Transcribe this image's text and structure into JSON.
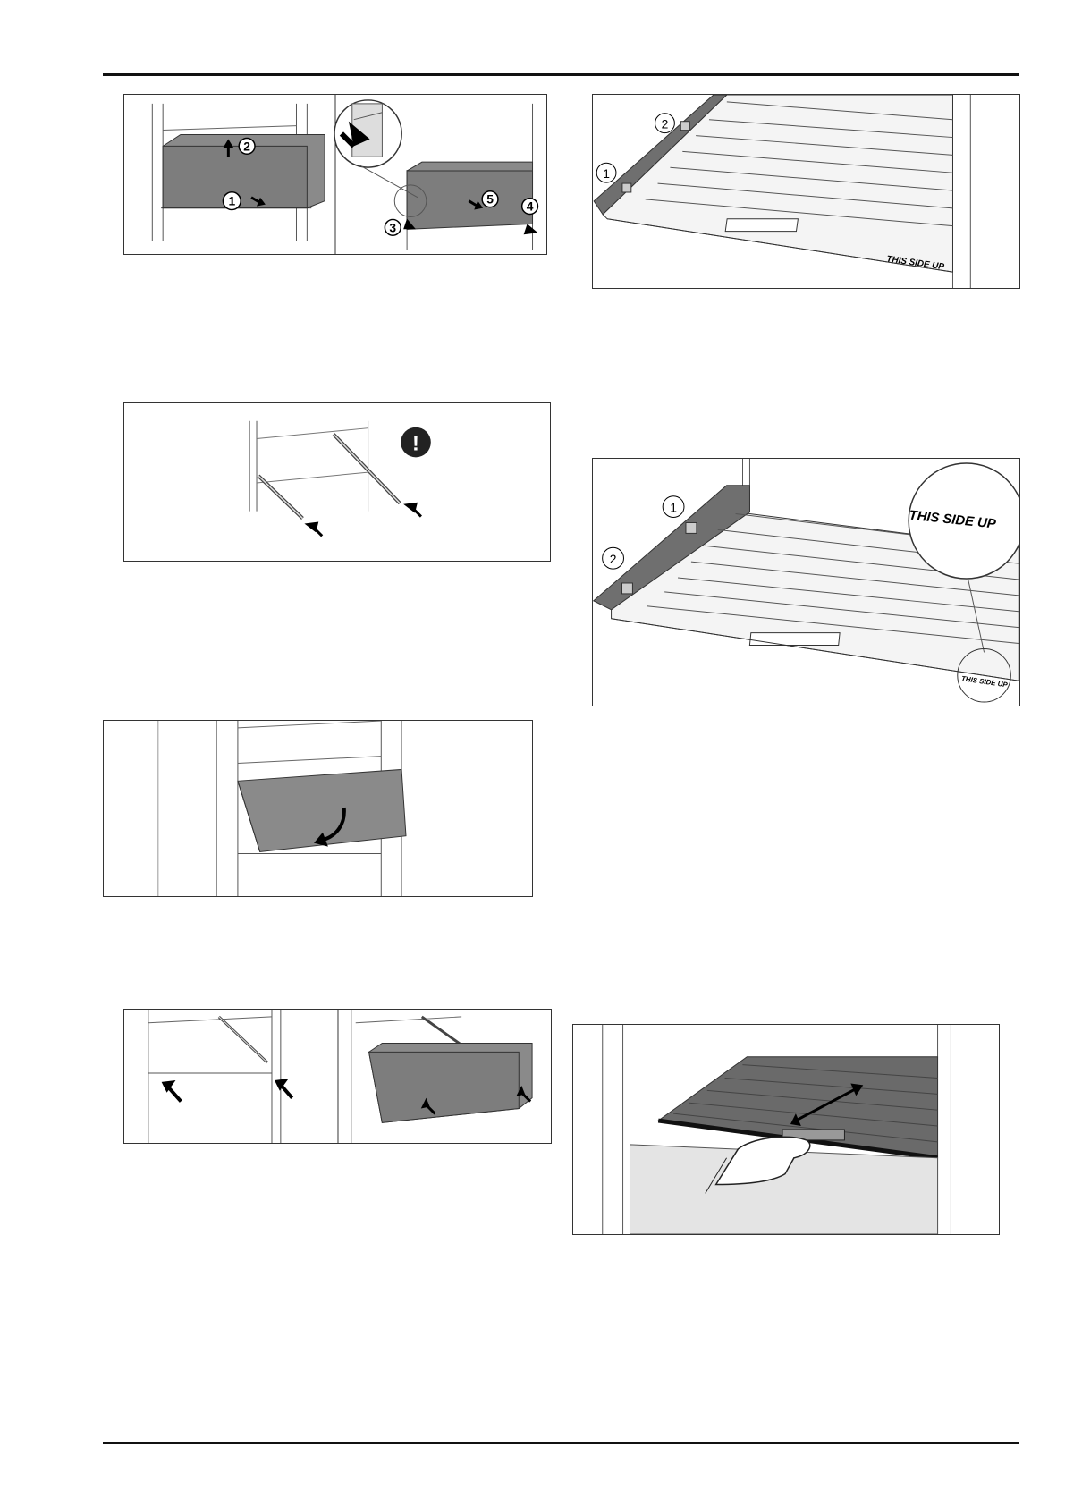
{
  "figures": {
    "drawer_removal": {
      "steps_left": [
        "1",
        "2"
      ],
      "steps_right": [
        "3",
        "4",
        "5"
      ]
    },
    "glass_shelf_top": {
      "steps": [
        "1",
        "2"
      ],
      "stamp": "THIS SIDE UP"
    },
    "rails_warning": {
      "warning_symbol": "!",
      "icon": "exclamation-icon"
    },
    "glass_shelf_bottom": {
      "steps": [
        "1",
        "2"
      ],
      "magnified_stamp": "THIS SIDE UP",
      "stamp": "THIS SIDE UP"
    }
  }
}
